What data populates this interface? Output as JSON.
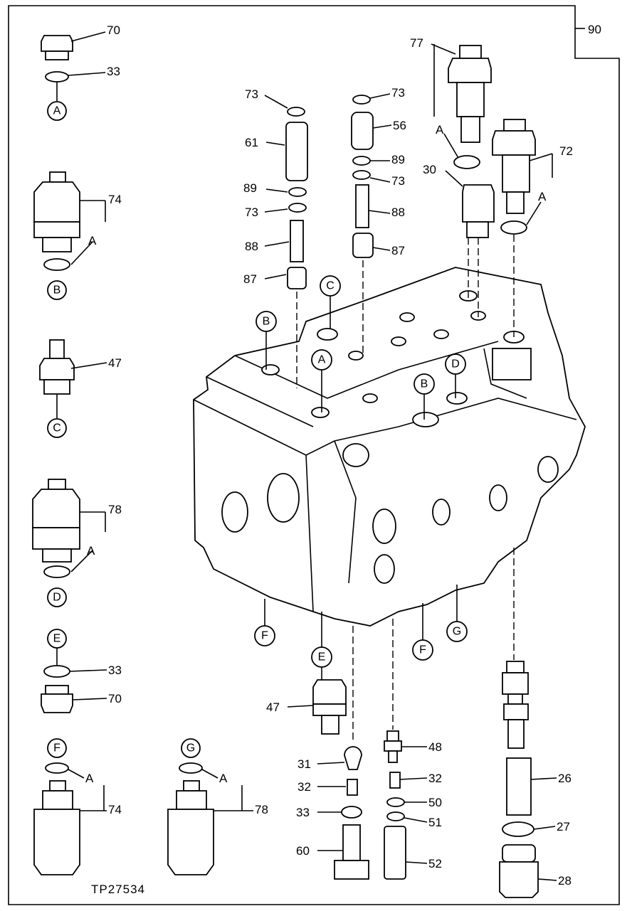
{
  "figure": {
    "reference_code": "TP27534",
    "page_group_label": "90"
  },
  "part_callouts": [
    "70",
    "33",
    "74",
    "47",
    "78",
    "33",
    "70",
    "74",
    "78",
    "73",
    "61",
    "89",
    "73",
    "88",
    "87",
    "73",
    "56",
    "89",
    "73",
    "88",
    "87",
    "77",
    "30",
    "72",
    "47",
    "31",
    "32",
    "33",
    "60",
    "48",
    "32",
    "50",
    "51",
    "52",
    "26",
    "27",
    "28"
  ],
  "connection_letters": [
    "A",
    "B",
    "C",
    "D",
    "E",
    "F",
    "G"
  ]
}
